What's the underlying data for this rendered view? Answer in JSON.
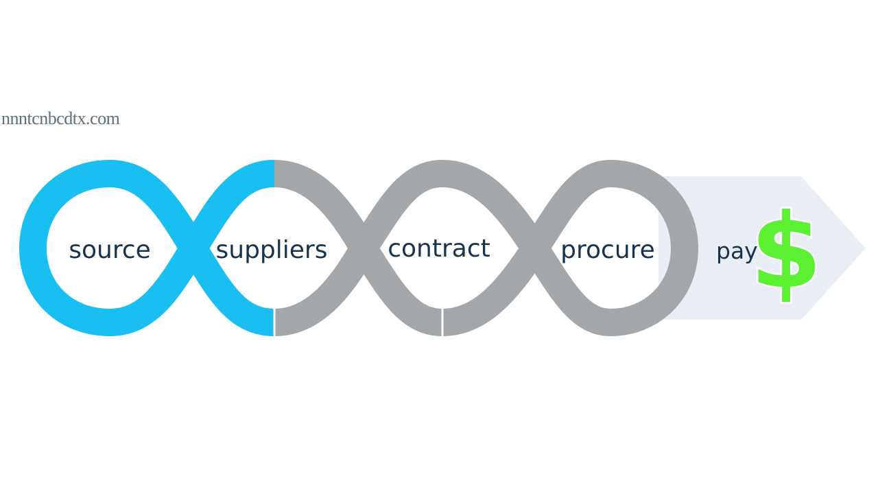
{
  "watermark": "nnntcnbcdtx.com",
  "stages": [
    {
      "label": "source",
      "state": "active"
    },
    {
      "label": "suppliers",
      "state": "inactive"
    },
    {
      "label": "contract",
      "state": "inactive"
    },
    {
      "label": "procure",
      "state": "inactive"
    }
  ],
  "final_stage": {
    "label": "pay",
    "symbol": "$"
  },
  "colors": {
    "active": "#18bff0",
    "inactive": "#a4a7aa",
    "arrow_fill": "#e9edf4",
    "text": "#16344d",
    "dollar": "#5cf032",
    "dollar_stroke": "#ffffff"
  },
  "icons": [
    "dollar-sign-icon",
    "chevron-arrow-icon"
  ]
}
